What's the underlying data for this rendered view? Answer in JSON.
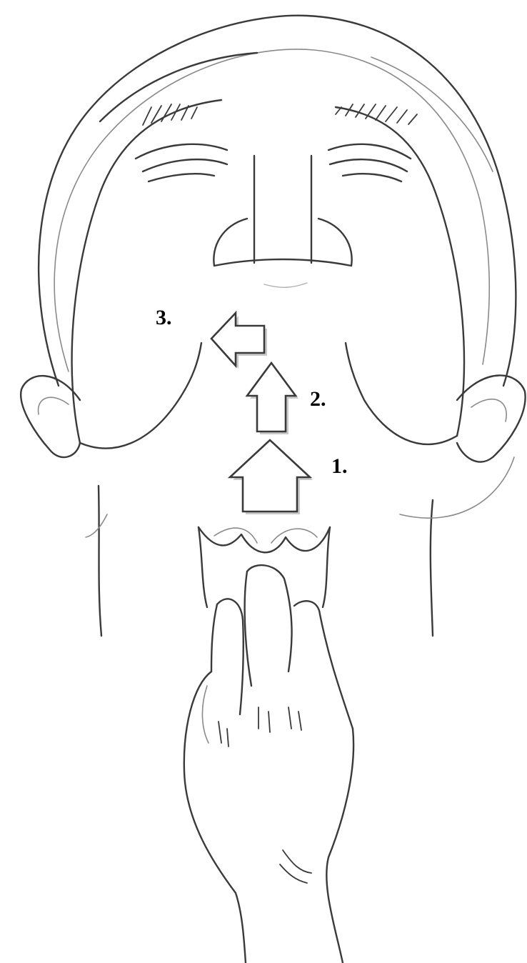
{
  "figure": {
    "step_labels": [
      "1.",
      "2.",
      "3."
    ]
  },
  "colors": {
    "line": "#3a3a3a",
    "faint_line": "#9a9a9a",
    "arrow_shadow": "#c9c9c9",
    "label": "#000000"
  },
  "icons": {
    "arrow_1": "up-arrow-icon",
    "arrow_2": "up-arrow-icon",
    "arrow_3": "left-arrow-icon"
  }
}
